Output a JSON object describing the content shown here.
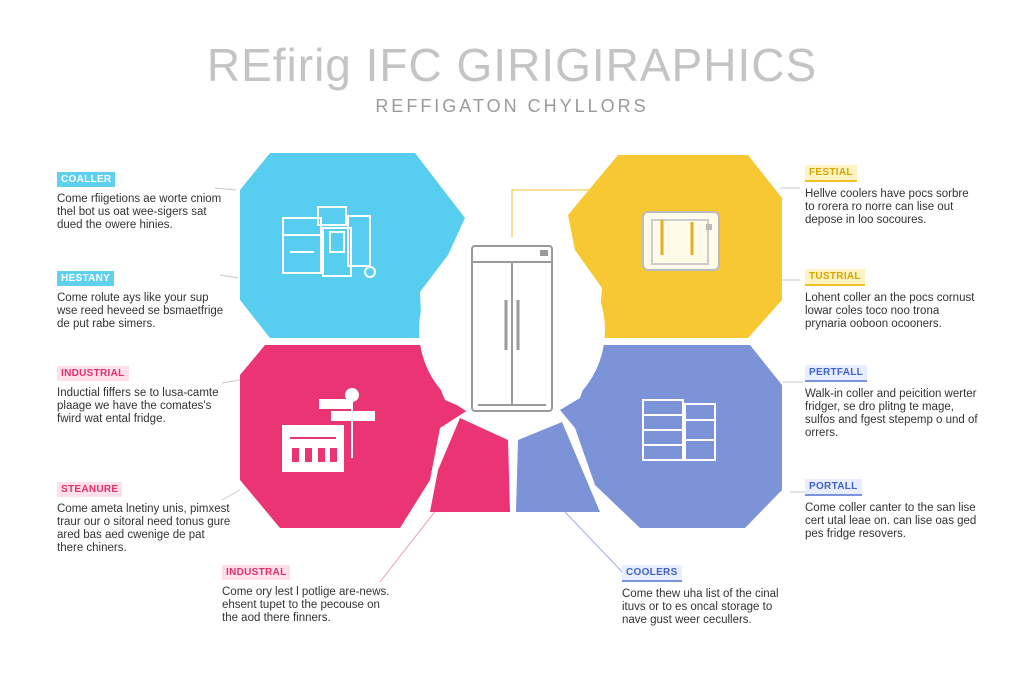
{
  "header": {
    "title": "REfirig IFC GIRIGIRAPHICS",
    "subtitle": "REFFIGATON CHYLLORS"
  },
  "colors": {
    "cyan": "#57CDEF",
    "yellow": "#F7C832",
    "pink": "#EB3473",
    "blue": "#7D93D8",
    "center": "#FFFFFF",
    "line": "#C8C8C8"
  },
  "callouts": {
    "left": [
      {
        "tag": "COALLER",
        "text": "Come rfiigetions ae worte cniom thel bot us oat wee-sigers sat dued the owere hinies."
      },
      {
        "tag": "HESTANY",
        "text": "Come rolute ays like your sup wse reed heveed se bsmaetfrige de put rabe simers."
      },
      {
        "tag": "INDUSTRIAL",
        "text": "Inductial fiffers se to lusa-camte plaage we have the comates's fwird wat ental fridge."
      },
      {
        "tag": "STEANURE",
        "text": "Come ameta lnetiny unis, pimxest traur our o sitoral need tonus gure ared bas aed cwenige de pat there chiners."
      }
    ],
    "right": [
      {
        "tag": "FESTIAL",
        "text": "Hellve coolers have pocs sorbre to rorera ro norre can lise out depose in loo socoures."
      },
      {
        "tag": "TUSTRIAL",
        "text": "Lohent coller an the pocs cornust lowar coles toco noo trona prynaria ooboon ocooners."
      },
      {
        "tag": "PERTFALL",
        "text": "Walk-in coller and peicition werter fridger, se dro plitng te mage, sulfos and fgest stepemp o und of orrers."
      },
      {
        "tag": "PORTALL",
        "text": "Come coller canter to the san lise cert utal leae on. can lise oas ged pes fridge resovers."
      }
    ],
    "bottom": [
      {
        "tag": "INDUSTRAL",
        "text": "Come ory lest l potlige are-news. ehsent tupet to the pecouse on the aod there finners."
      },
      {
        "tag": "COOLERS",
        "text": "Come thew uha list of the cinal ituvs or to es oncal storage to nave gust weer cecullers."
      }
    ]
  }
}
